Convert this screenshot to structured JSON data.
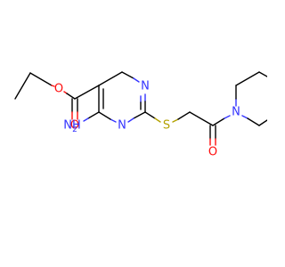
{
  "colors": {
    "carbon_bond": "#000000",
    "nitrogen": "#3333ff",
    "oxygen": "#ff0d0d",
    "sulfur": "#b3a100",
    "background": "#ffffff"
  },
  "atoms": {
    "ester_o": "O",
    "carbonyl_o1": "O",
    "ring_n_top": "N",
    "ring_n_bottom": "N",
    "amine": "NH",
    "amine_sub": "2",
    "thioether_s": "S",
    "carbonyl_o2": "O",
    "piperidine_n": "N"
  }
}
